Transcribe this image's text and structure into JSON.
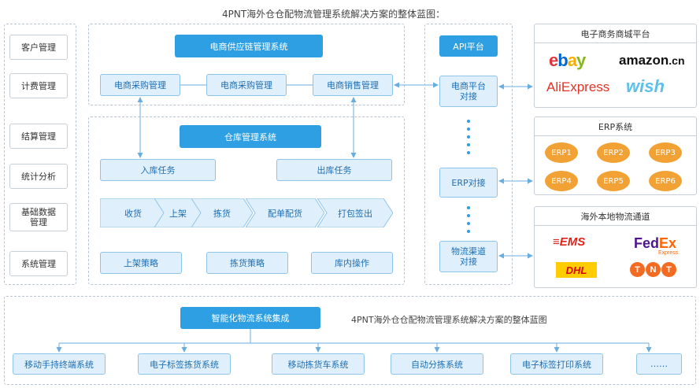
{
  "page_title": "4PNT海外仓仓配物流管理系统解决方案的整体蓝图：",
  "left_menu": [
    "客户管理",
    "计费管理",
    "结算管理",
    "统计分析",
    "基础数据\n管理",
    "系统管理"
  ],
  "supply_chain": {
    "title": "电商供应链管理系统",
    "boxes": [
      "电商采购管理",
      "电商采购管理",
      "电商销售管理"
    ]
  },
  "warehouse": {
    "title": "仓库管理系统",
    "inbound": "入库任务",
    "outbound": "出库任务",
    "flow": [
      "收货",
      "上架",
      "拣货",
      "配单配货",
      "打包签出"
    ],
    "strategies": [
      "上架策略",
      "拣货策略",
      "库内操作"
    ]
  },
  "api": {
    "title": "API平台",
    "items": [
      "电商平台\n对接",
      "ERP对接",
      "物流渠道\n对接"
    ]
  },
  "ecommerce": {
    "title": "电子商务商城平台",
    "logos": [
      "ebay",
      "amazon.cn",
      "AliExpress",
      "wish"
    ]
  },
  "erp": {
    "title": "ERP系统",
    "items": [
      "ERP1",
      "ERP2",
      "ERP3",
      "ERP4",
      "ERP5",
      "ERP6"
    ]
  },
  "logistics": {
    "title": "海外本地物流通道",
    "logos": [
      "EMS",
      "FedEx",
      "Express",
      "DHL",
      "TNT"
    ]
  },
  "bottom": {
    "title": "智能化物流系统集成",
    "caption": "4PNT海外仓仓配物流管理系统解决方案的整体蓝图",
    "items": [
      "移动手持终端系统",
      "电子标签拣货系统",
      "移动拣货车系统",
      "自动分拣系统",
      "电子标签打印系统",
      "……"
    ]
  },
  "colors": {
    "primary": "#2d9fe2",
    "light": "#dfeffc",
    "erp_orange": "#f2a234"
  }
}
